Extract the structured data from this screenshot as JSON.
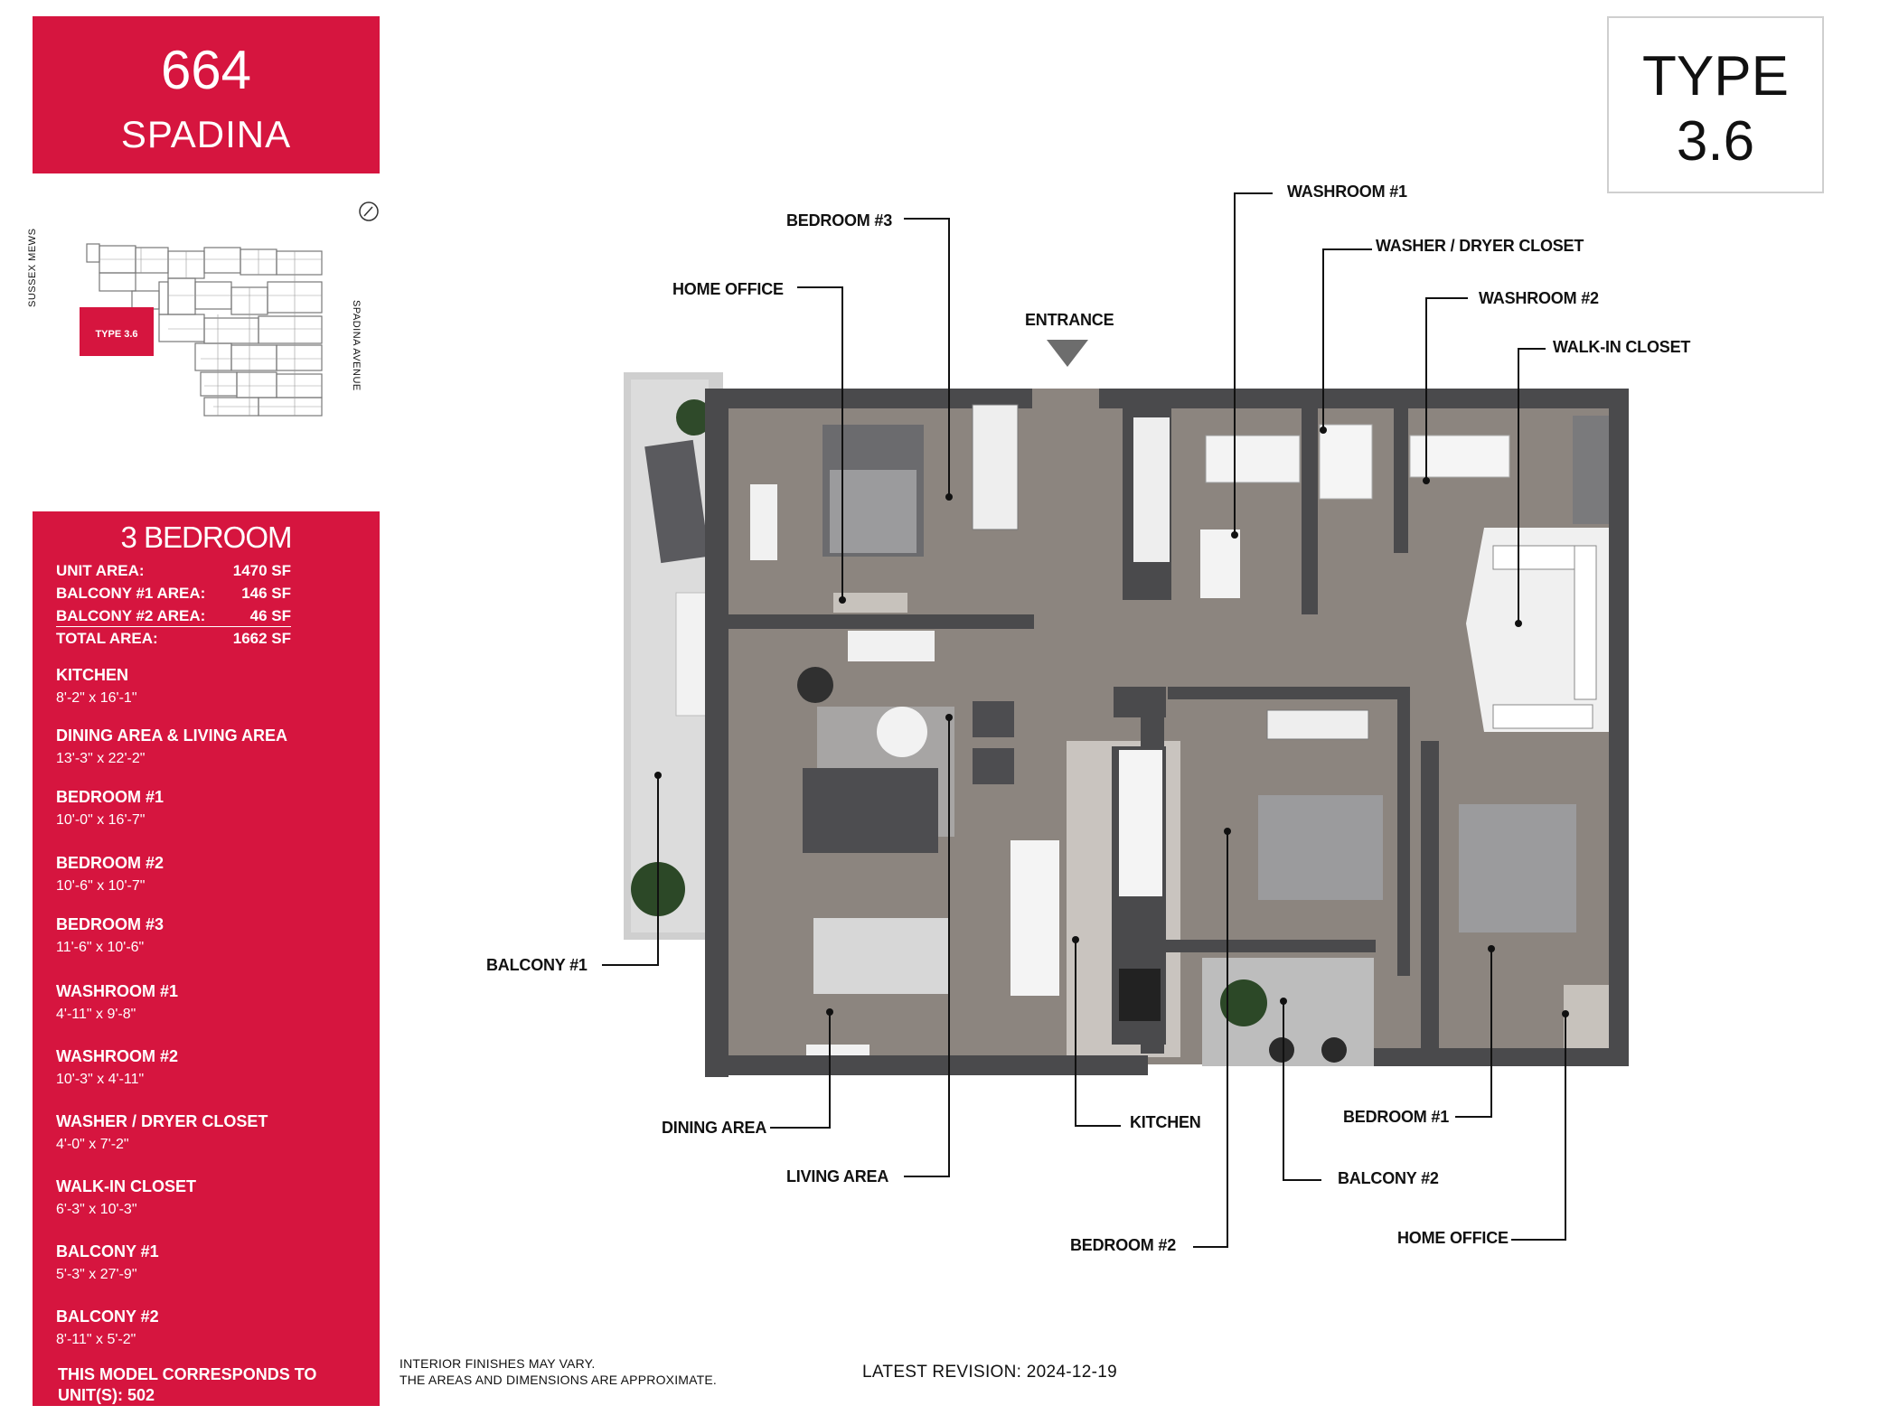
{
  "brand": {
    "number": "664",
    "name": "SPADINA"
  },
  "unit_type": {
    "line1": "TYPE",
    "line2": "3.6"
  },
  "keyplan": {
    "highlight_label": "TYPE 3.6",
    "street_left": "SUSSEX MEWS",
    "street_right": "SPADINA AVENUE",
    "icon": "compass-icon"
  },
  "specs": {
    "heading": "3 BEDROOM",
    "areas": [
      {
        "label": "UNIT AREA:",
        "value": "1470 SF"
      },
      {
        "label": "BALCONY #1 AREA:",
        "value": "146 SF"
      },
      {
        "label": "BALCONY #2 AREA:",
        "value": "46 SF"
      },
      {
        "label": "TOTAL AREA:",
        "value": "1662 SF"
      }
    ],
    "rooms": [
      {
        "name": "KITCHEN",
        "dims": "8'-2\" x 16'-1\""
      },
      {
        "name": "DINING AREA & LIVING AREA",
        "dims": "13'-3\" x 22'-2\""
      },
      {
        "name": "BEDROOM #1",
        "dims": "10'-0\" x 16'-7\""
      },
      {
        "name": "BEDROOM #2",
        "dims": "10'-6\" x 10'-7\""
      },
      {
        "name": "BEDROOM #3",
        "dims": "11'-6\" x 10'-6\""
      },
      {
        "name": "WASHROOM #1",
        "dims": "4'-11\" x 9'-8\""
      },
      {
        "name": "WASHROOM #2",
        "dims": "10'-3\" x 4'-11\""
      },
      {
        "name": "WASHER / DRYER CLOSET",
        "dims": "4'-0\" x 7'-2\""
      },
      {
        "name": "WALK-IN CLOSET",
        "dims": "6'-3\" x 10'-3\""
      },
      {
        "name": "BALCONY #1",
        "dims": "5'-3\" x 27'-9\""
      },
      {
        "name": "BALCONY #2",
        "dims": "8'-11\" x 5'-2\""
      }
    ],
    "model_note_line1": "THIS MODEL CORRESPONDS TO",
    "model_note_line2": "UNIT(S): 502"
  },
  "footer": {
    "disclaimer_line1": "INTERIOR FINISHES MAY VARY.",
    "disclaimer_line2": "THE AREAS AND DIMENSIONS ARE APPROXIMATE.",
    "revision": "LATEST REVISION: 2024-12-19"
  },
  "callouts": {
    "bedroom3": "BEDROOM #3",
    "home_office_top": "HOME OFFICE",
    "entrance": "ENTRANCE",
    "washroom1": "WASHROOM #1",
    "washer_dryer": "WASHER / DRYER CLOSET",
    "washroom2": "WASHROOM #2",
    "walkin": "WALK-IN CLOSET",
    "balcony1": "BALCONY #1",
    "dining": "DINING AREA",
    "living": "LIVING AREA",
    "kitchen": "KITCHEN",
    "bedroom1": "BEDROOM #1",
    "balcony2": "BALCONY #2",
    "bedroom2": "BEDROOM #2",
    "home_office_bottom": "HOME OFFICE"
  },
  "colors": {
    "brand_red": "#d6153f",
    "wall": "#4a4a4c",
    "floor": "#8c8580",
    "balcony": "#c9c9c9"
  }
}
